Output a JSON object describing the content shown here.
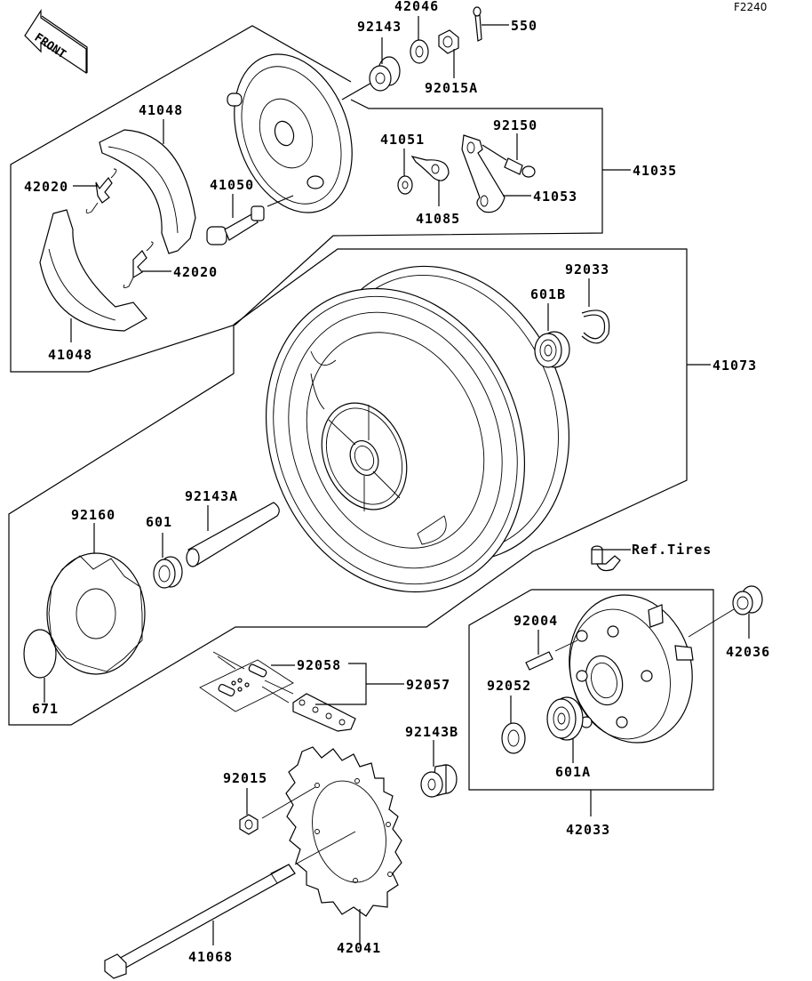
{
  "diagram": {
    "figure_id": "F2240",
    "direction_label": "FRONT",
    "groups": {
      "brake_panel": "41035",
      "wheel": "41073",
      "hub": "42033",
      "chain": "92057"
    },
    "parts": {
      "p92143": "92143",
      "p42046": "42046",
      "p550": "550",
      "p92015A": "92015A",
      "p41048_top": "41048",
      "p41048_bottom": "41048",
      "p42020_top": "42020",
      "p42020_bottom": "42020",
      "p41050": "41050",
      "p41051": "41051",
      "p41085": "41085",
      "p92150": "92150",
      "p41053": "41053",
      "p41035": "41035",
      "p601B": "601B",
      "p92033": "92033",
      "p41073": "41073",
      "p92160": "92160",
      "p601": "601",
      "p92143A": "92143A",
      "p671": "671",
      "p92058": "92058",
      "p92057": "92057",
      "p92143B": "92143B",
      "p92015": "92015",
      "p42041": "42041",
      "p41068": "41068",
      "p92004": "92004",
      "p92052": "92052",
      "p601A": "601A",
      "p42036": "42036",
      "p42033": "42033",
      "ref_tires": "Ref.Tires"
    }
  }
}
